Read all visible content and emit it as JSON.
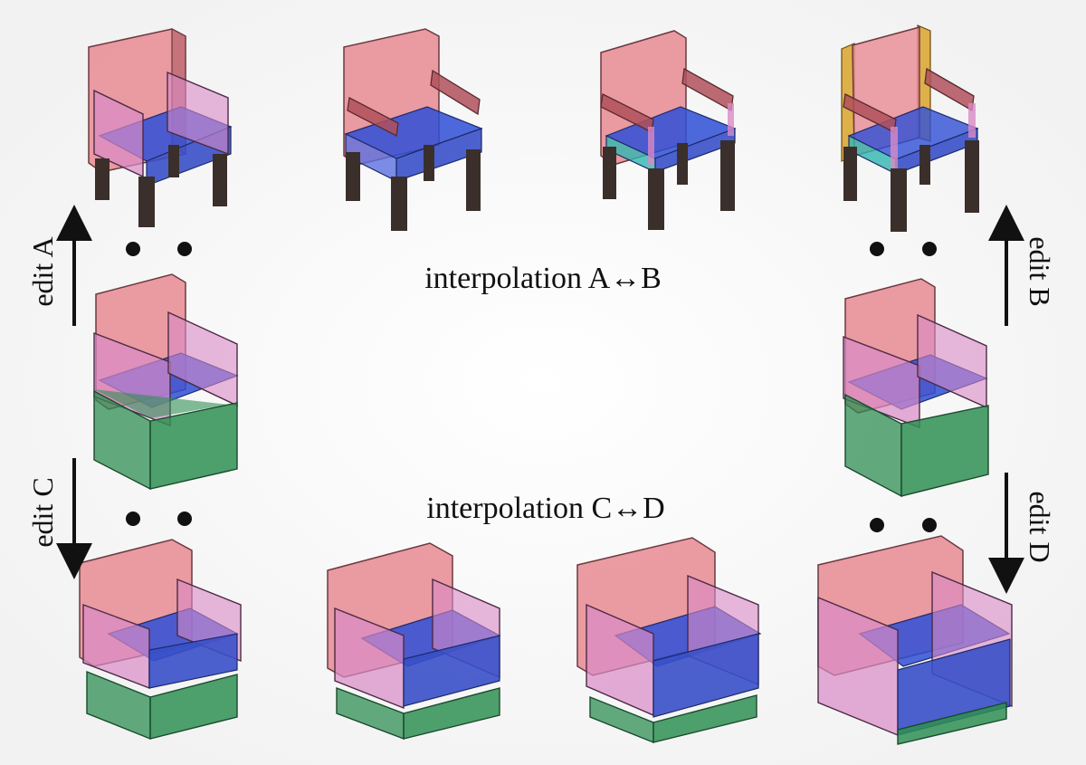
{
  "labels": {
    "interp_ab": "interpolation A↔B",
    "interp_cd": "interpolation C↔D",
    "edit_a": "edit A",
    "edit_b": "edit B",
    "edit_c": "edit C",
    "edit_d": "edit D"
  },
  "colors": {
    "back": "#e88a92",
    "arm": "#d98ac6",
    "seat": "#2f4fd6",
    "base": "#2f8f54",
    "leg": "#3a2f2a",
    "armbar": "#b0505a",
    "accent_yellow": "#d9a32c",
    "accent_teal": "#2fb7b0",
    "text": "#111111"
  }
}
